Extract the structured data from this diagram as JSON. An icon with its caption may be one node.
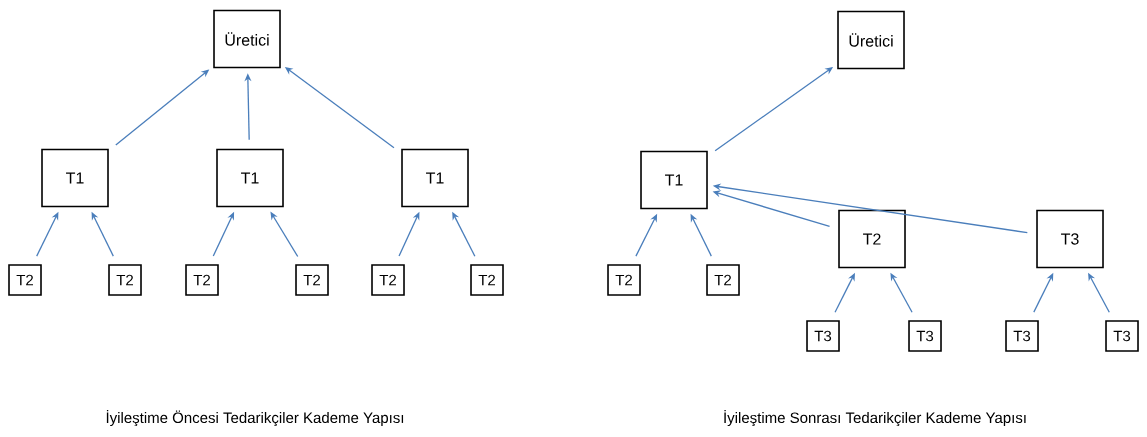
{
  "diagram": {
    "nodes": [
      {
        "text": [
          "Üretici"
        ]
      },
      {
        "text": [
          "T1"
        ]
      },
      {
        "text": [
          "T1"
        ]
      },
      {
        "text": [
          "T1"
        ]
      },
      {
        "text": [
          "T2"
        ]
      },
      {
        "text": [
          "T2"
        ]
      },
      {
        "text": [
          "T2"
        ]
      },
      {
        "text": [
          "T2"
        ]
      },
      {
        "text": [
          "T2"
        ]
      },
      {
        "text": [
          "T2"
        ]
      },
      {
        "text": [
          "Üretici"
        ]
      },
      {
        "text": [
          "T1"
        ]
      },
      {
        "text": [
          "T2"
        ]
      },
      {
        "text": [
          "T3"
        ]
      },
      {
        "text": [
          "T2"
        ]
      },
      {
        "text": [
          "T2"
        ]
      },
      {
        "text": [
          "T3"
        ]
      },
      {
        "text": [
          "T3"
        ]
      },
      {
        "text": [
          "T3"
        ]
      },
      {
        "text": [
          "T3"
        ]
      }
    ],
    "edges": [
      {
        "from": 1,
        "to": 0,
        "arrow": "to"
      },
      {
        "from": 2,
        "to": 0,
        "arrow": "to"
      },
      {
        "from": 3,
        "to": 0,
        "arrow": "to"
      },
      {
        "from": 4,
        "to": 1,
        "arrow": "to"
      },
      {
        "from": 5,
        "to": 1,
        "arrow": "to"
      },
      {
        "from": 6,
        "to": 2,
        "arrow": "to"
      },
      {
        "from": 7,
        "to": 2,
        "arrow": "to"
      },
      {
        "from": 8,
        "to": 3,
        "arrow": "to"
      },
      {
        "from": 9,
        "to": 3,
        "arrow": "to"
      },
      {
        "from": 11,
        "to": 10,
        "arrow": "to"
      },
      {
        "from": 12,
        "to": 11,
        "arrow": "to"
      },
      {
        "from": 13,
        "to": 11,
        "arrow": "to"
      },
      {
        "from": 14,
        "to": 11,
        "arrow": "to"
      },
      {
        "from": 15,
        "to": 11,
        "arrow": "to"
      },
      {
        "from": 16,
        "to": 12,
        "arrow": "to"
      },
      {
        "from": 17,
        "to": 12,
        "arrow": "to"
      },
      {
        "from": 18,
        "to": 13,
        "arrow": "to"
      },
      {
        "from": 19,
        "to": 13,
        "arrow": "to"
      }
    ],
    "labels": [
      "İyileştime Öncesi Tedarikçiler Kademe Yapısı",
      "İyileştime Sonrası Tedarikçiler Kademe Yapısı"
    ]
  }
}
